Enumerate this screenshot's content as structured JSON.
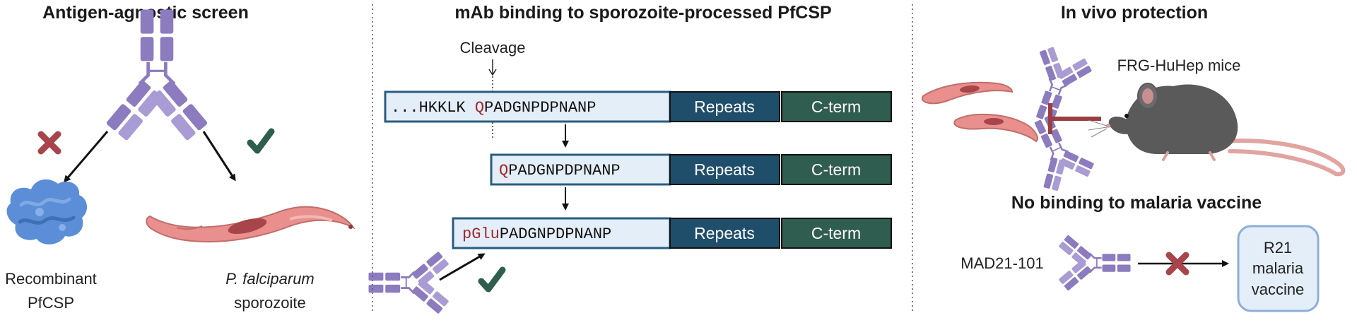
{
  "panels": {
    "left": {
      "title": "Antigen-agnostic screen",
      "recombinant_line1": "Recombinant",
      "recombinant_line2": "PfCSP",
      "sporozoite_line1": "P. falciparum",
      "sporozoite_line2": "sporozoite"
    },
    "middle": {
      "title": "mAb binding to sporozoite-processed PfCSP",
      "cleavage": "Cleavage",
      "row1_prefix": "...HKKLK ",
      "row1_red": "Q",
      "row1_rest": "PADGNPDPNANP",
      "row2_red": "Q",
      "row2_rest": "PADGNPDPNANP",
      "row3_red": "pGlu",
      "row3_rest": "PADGNPDPNANP",
      "repeats": "Repeats",
      "cterm": "C-term"
    },
    "right": {
      "title": "In vivo protection",
      "mice": "FRG-HuHep mice",
      "subtitle": "No binding to malaria vaccine",
      "antibody_name": "MAD21-101",
      "vaccine_line1": "R21",
      "vaccine_line2": "malaria",
      "vaccine_line3": "vaccine"
    }
  },
  "colors": {
    "antibody": "#8C7BBE",
    "antibody_light": "#A99BD3",
    "cross": "#A8454A",
    "check": "#2E5E4E",
    "repeats_box": "#1F4E6B",
    "cterm_box": "#2F5D4F",
    "seq_box": "#E3EEF8",
    "seq_border": "#2A5C80",
    "red_residue": "#A3262A",
    "parasite": "#E9908E",
    "parasite_dark": "#B85A58",
    "protein": "#5B8ED6",
    "mouse": "#5A5A5A",
    "mouse_tail": "#E2A4A0",
    "inhibit": "#9A3E43",
    "vaccine_border": "#8EAFD6"
  }
}
